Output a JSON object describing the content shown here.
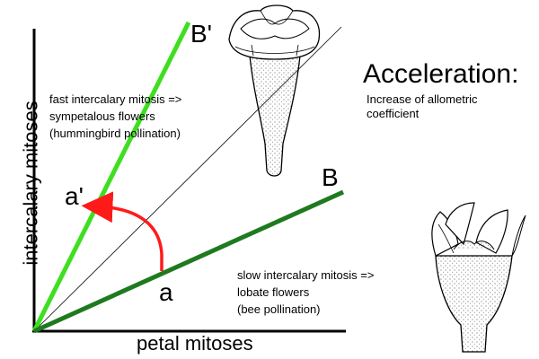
{
  "diagram": {
    "x_axis_label": "petal mitoses",
    "y_axis_label": "intercalary mitoses",
    "title": "Acceleration:",
    "subtitle": "Increase of allometric coefficient",
    "lines": [
      {
        "label": "B'",
        "color": "#3ddf1f",
        "description": "fast intercalary mitosis => sympetalous flowers (hummingbird pollination)"
      },
      {
        "label": "B",
        "color": "#1f7a1f",
        "description": "slow intercalary mitosis => lobate flowers (bee pollination)"
      }
    ],
    "points": {
      "a_prime": "a'",
      "a": "a"
    },
    "arrow_color": "#ff1a1a",
    "fast_text": [
      "fast intercalary mitosis =>",
      "sympetalous flowers",
      "(hummingbird pollination)"
    ],
    "slow_text": [
      "slow intercalary mitosis =>",
      "lobate flowers",
      "(bee pollination)"
    ]
  }
}
